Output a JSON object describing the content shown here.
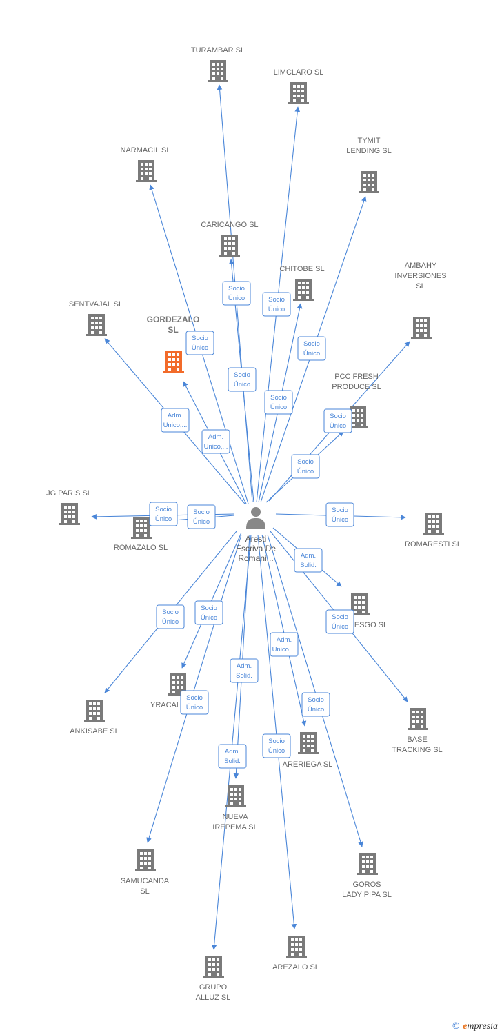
{
  "center": {
    "name_lines": [
      "Aresti",
      "Escriva De",
      "Romani..."
    ],
    "icon": "person-icon",
    "color": "#888888"
  },
  "colors": {
    "edge": "#4a86d8",
    "building": "#7a7a7a",
    "highlight": "#f26b2a"
  },
  "companies": [
    {
      "id": "turambar",
      "lines": [
        "TURAMBAR SL"
      ],
      "icon": "building-icon",
      "highlight": false
    },
    {
      "id": "limclaro",
      "lines": [
        "LIMCLARO  SL"
      ],
      "icon": "building-icon",
      "highlight": false
    },
    {
      "id": "narmacil",
      "lines": [
        "NARMACIL  SL"
      ],
      "icon": "building-icon",
      "highlight": false
    },
    {
      "id": "tymit",
      "lines": [
        "TYMIT",
        "LENDING  SL"
      ],
      "icon": "building-icon",
      "highlight": false
    },
    {
      "id": "caricango",
      "lines": [
        "CARICANGO  SL"
      ],
      "icon": "building-icon",
      "highlight": false
    },
    {
      "id": "chitobe",
      "lines": [
        "CHITOBE  SL"
      ],
      "icon": "building-icon",
      "highlight": false
    },
    {
      "id": "ambahy",
      "lines": [
        "AMBAHY",
        "INVERSIONES",
        "SL"
      ],
      "icon": "building-icon",
      "highlight": false
    },
    {
      "id": "sentvajal",
      "lines": [
        "SENTVAJAL  SL"
      ],
      "icon": "building-icon",
      "highlight": false
    },
    {
      "id": "gordezalo",
      "lines": [
        "GORDEZALO",
        "SL"
      ],
      "icon": "building-icon",
      "highlight": true
    },
    {
      "id": "pccfresh",
      "lines": [
        "PCC FRESH",
        "PRODUCE  SL"
      ],
      "icon": "building-icon",
      "highlight": false
    },
    {
      "id": "jgparis",
      "lines": [
        "JG PARIS  SL"
      ],
      "icon": "building-icon",
      "highlight": false
    },
    {
      "id": "romazalo",
      "lines": [
        "ROMAZALO  SL"
      ],
      "icon": "building-icon",
      "highlight": false
    },
    {
      "id": "romaresti",
      "lines": [
        "ROMARESTI  SL"
      ],
      "icon": "building-icon",
      "highlight": false
    },
    {
      "id": "esgo",
      "lines": [
        "ESGO SL"
      ],
      "icon": "building-icon",
      "highlight": false
    },
    {
      "id": "ankisabe",
      "lines": [
        "ANKISABE  SL"
      ],
      "icon": "building-icon",
      "highlight": false
    },
    {
      "id": "yracal",
      "lines": [
        "YRACAL"
      ],
      "icon": "building-icon",
      "highlight": false
    },
    {
      "id": "basetracking",
      "lines": [
        "BASE",
        "TRACKING  SL"
      ],
      "icon": "building-icon",
      "highlight": false
    },
    {
      "id": "areriega",
      "lines": [
        "ARERIEGA  SL"
      ],
      "icon": "building-icon",
      "highlight": false
    },
    {
      "id": "nuevairepema",
      "lines": [
        "NUEVA",
        "IREPEMA SL"
      ],
      "icon": "building-icon",
      "highlight": false
    },
    {
      "id": "samucanda",
      "lines": [
        "SAMUCANDA",
        "SL"
      ],
      "icon": "building-icon",
      "highlight": false
    },
    {
      "id": "goros",
      "lines": [
        "GOROS",
        "LADY PIPA  SL"
      ],
      "icon": "building-icon",
      "highlight": false
    },
    {
      "id": "arezalo",
      "lines": [
        "AREZALO  SL"
      ],
      "icon": "building-icon",
      "highlight": false
    },
    {
      "id": "grupoalluz",
      "lines": [
        "GRUPO",
        "ALLUZ SL"
      ],
      "icon": "building-icon",
      "highlight": false
    }
  ],
  "relations": [
    {
      "target": "turambar",
      "lines": [
        "Socio",
        "Único"
      ]
    },
    {
      "target": "limclaro",
      "lines": [
        "Socio",
        "Único"
      ]
    },
    {
      "target": "narmacil",
      "lines": [
        "Socio",
        "Único"
      ]
    },
    {
      "target": "tymit",
      "lines": [
        "Socio",
        "Único"
      ]
    },
    {
      "target": "caricango",
      "lines": [
        "Socio",
        "Único"
      ]
    },
    {
      "target": "chitobe",
      "lines": [
        "Socio",
        "Único"
      ]
    },
    {
      "target": "ambahy",
      "lines": [
        "Socio",
        "Único"
      ]
    },
    {
      "target": "sentvajal",
      "lines": [
        "Adm.",
        "Unico,..."
      ]
    },
    {
      "target": "gordezalo",
      "lines": [
        "Adm.",
        "Unico,..."
      ]
    },
    {
      "target": "pccfresh",
      "lines": [
        "Socio",
        "Único"
      ]
    },
    {
      "target": "jgparis",
      "lines": [
        "Socio",
        "Único"
      ]
    },
    {
      "target": "romazalo",
      "lines": [
        "Socio",
        "Único"
      ]
    },
    {
      "target": "romaresti",
      "lines": [
        "Socio",
        "Único"
      ]
    },
    {
      "target": "esgo",
      "lines": [
        "Adm.",
        "Solid."
      ]
    },
    {
      "target": "basetracking",
      "lines": [
        "Socio",
        "Único"
      ]
    },
    {
      "target": "ankisabe",
      "lines": [
        "Socio",
        "Único"
      ]
    },
    {
      "target": "yracal",
      "lines": [
        "Socio",
        "Único"
      ]
    },
    {
      "target": "samucanda",
      "lines": [
        "Socio",
        "Único"
      ]
    },
    {
      "target": "areriega",
      "lines": [
        "Adm.",
        "Unico,..."
      ]
    },
    {
      "target": "nuevairepema",
      "lines": [
        "Adm.",
        "Solid."
      ]
    },
    {
      "target": "grupoalluz",
      "lines": [
        "Adm.",
        "Solid."
      ]
    },
    {
      "target": "arezalo",
      "lines": [
        "Socio",
        "Único"
      ]
    },
    {
      "target": "goros",
      "lines": [
        "Socio",
        "Único"
      ]
    }
  ],
  "footer": {
    "copyright_symbol": "©",
    "brand_first": "e",
    "brand_rest": "mpresia"
  }
}
